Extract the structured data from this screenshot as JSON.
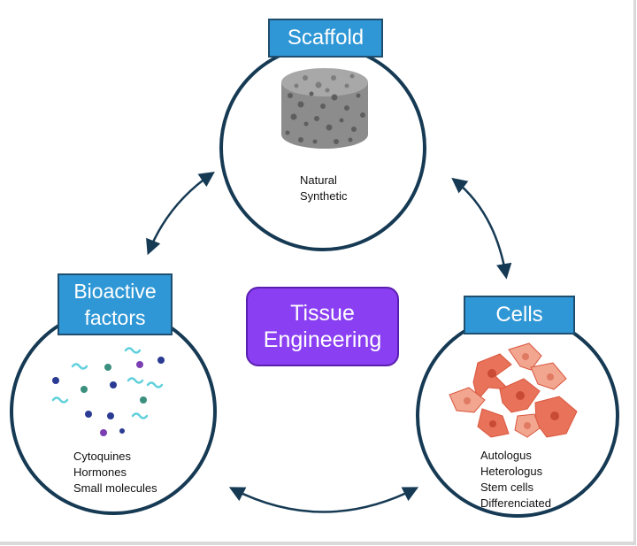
{
  "center": {
    "line1": "Tissue",
    "line2": "Engineering"
  },
  "scaffold": {
    "title": "Scaffold",
    "items": [
      "Natural",
      "Synthetic"
    ]
  },
  "bioactive": {
    "title_line1": "Bioactive",
    "title_line2": "factors",
    "items": [
      "Cytoquines",
      "Hormones",
      "Small molecules"
    ]
  },
  "cells": {
    "title": "Cells",
    "items": [
      "Autologus",
      "Heterologus",
      "Stem cells",
      "Differenciated"
    ]
  },
  "colors": {
    "circle_stroke": "#163a54",
    "label_fill": "#2f97d6",
    "center_fill": "#8a3ff2",
    "arrow": "#163a54",
    "cell_fill": "#e8735a"
  }
}
